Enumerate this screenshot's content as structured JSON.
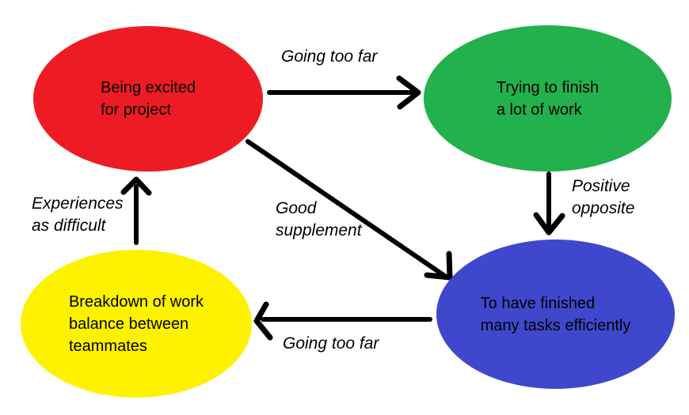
{
  "diagram": {
    "background": "#ffffff",
    "arrow_color": "#000000",
    "text_color": "#000000",
    "nodes": {
      "excited": {
        "text": "Being excited\nfor project",
        "color": "#ed1c24"
      },
      "trying": {
        "text": "Trying to finish\na lot of work",
        "color": "#22b14c"
      },
      "breakdown": {
        "text": "Breakdown of work\nbalance between\nteammates",
        "color": "#fff200"
      },
      "finished": {
        "text": "To have finished\nmany tasks efficiently",
        "color": "#3f48cc"
      }
    },
    "edges": {
      "excited_to_trying": {
        "label": "Going too far"
      },
      "trying_to_finished": {
        "label": "Positive\nopposite"
      },
      "excited_to_finished": {
        "label": "Good\nsupplement"
      },
      "finished_to_breakdown": {
        "label": "Going too far"
      },
      "breakdown_to_excited": {
        "label": "Experiences\nas difficult"
      }
    }
  }
}
